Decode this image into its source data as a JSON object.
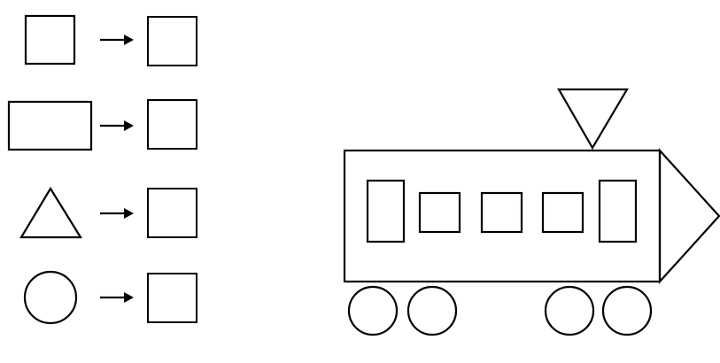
{
  "colors": {
    "stroke": "#000000",
    "background": "#ffffff"
  },
  "legend_rows": [
    {
      "shape": "square-shape",
      "arrow": "arrow-icon",
      "answer": "empty-answer-box"
    },
    {
      "shape": "rectangle-shape",
      "arrow": "arrow-icon",
      "answer": "empty-answer-box"
    },
    {
      "shape": "triangle-shape",
      "arrow": "arrow-icon",
      "answer": "empty-answer-box"
    },
    {
      "shape": "circle-shape",
      "arrow": "arrow-icon",
      "answer": "empty-answer-box"
    }
  ],
  "train": {
    "body_shape": "rectangle-shape",
    "front_shape": "triangle-shape",
    "chimney_shape": "triangle-shape",
    "windows": [
      "tall-rectangle-window",
      "square-window",
      "square-window",
      "square-window",
      "tall-rectangle-window"
    ],
    "wheels": [
      "circle-wheel",
      "circle-wheel",
      "circle-wheel",
      "circle-wheel"
    ]
  }
}
